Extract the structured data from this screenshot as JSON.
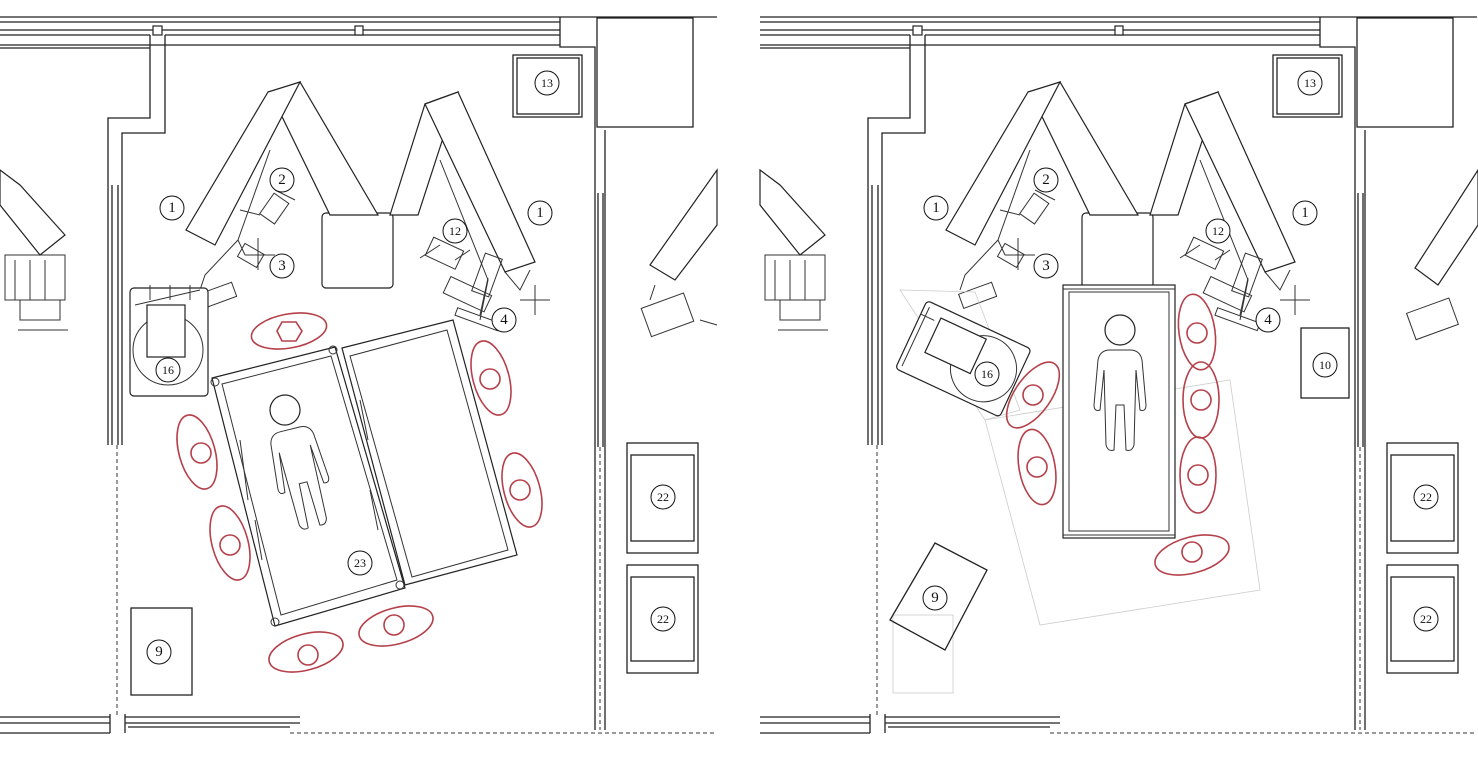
{
  "figure": {
    "panels": [
      {
        "id": "left",
        "labels": {
          "arm_left": "1",
          "arm_right": "1",
          "instrument_a": "2",
          "instrument_b": "3",
          "base_mount": "4",
          "instrument_c": "12",
          "monitor": "13",
          "c_arm": "16",
          "cart": "9",
          "table": "23",
          "cabinet_top": "22",
          "cabinet_bottom": "22"
        }
      },
      {
        "id": "right",
        "labels": {
          "arm_left": "1",
          "arm_right": "1",
          "instrument_a": "2",
          "instrument_b": "3",
          "base_mount": "4",
          "instrument_c": "12",
          "monitor": "13",
          "c_arm": "16",
          "cart": "9",
          "side_unit": "10",
          "cabinet_top": "22",
          "cabinet_bottom": "22"
        }
      }
    ],
    "colors": {
      "staff_position": "#b5404a",
      "lines": "#222222"
    }
  }
}
